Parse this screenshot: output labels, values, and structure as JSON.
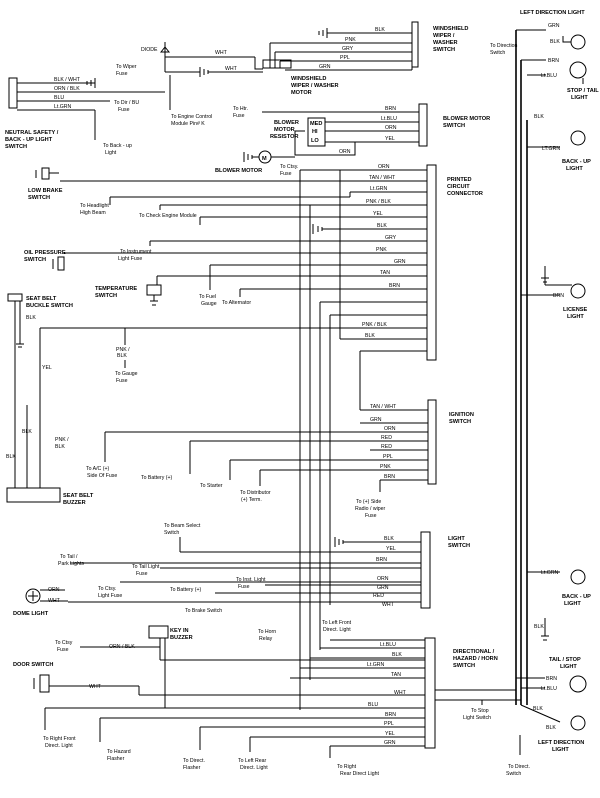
{
  "components": {
    "windshield_wiper_washer_switch": [
      "WINDSHIELD",
      "WIPER /",
      "WASHER",
      "SWITCH"
    ],
    "windshield_wiper_washer_motor": [
      "WINDSHIELD",
      "WIPER / WASHER",
      "MOTOR"
    ],
    "neutral_safety_switch": [
      "NEUTRAL SAFETY /",
      "BACK - UP LIGHT",
      "SWITCH"
    ],
    "blower_motor_switch": [
      "BLOWER MOTOR",
      "SWITCH"
    ],
    "blower_motor_resistor": [
      "BLOWER",
      "MOTOR",
      "RESISTOR"
    ],
    "blower_speeds": [
      "MED",
      "HI",
      "LO"
    ],
    "blower_motor": "BLOWER MOTOR",
    "motor_symbol": "M",
    "low_brake_switch": [
      "LOW BRAKE",
      "SWITCH"
    ],
    "printed_circuit_connector": [
      "PRINTED",
      "CIRCUIT",
      "CONNECTOR"
    ],
    "oil_pressure_switch": [
      "OIL PRESSURE",
      "SWITCH"
    ],
    "temperature_switch": [
      "TEMPERATURE",
      "SWITCH"
    ],
    "seat_belt_buckle_switch": [
      "SEAT BELT",
      "BUCKLE SWITCH"
    ],
    "seat_belt_buzzer": [
      "SEAT BELT",
      "BUZZER"
    ],
    "ignition_switch": [
      "IGNITION",
      "SWITCH"
    ],
    "light_switch": [
      "LIGHT",
      "SWITCH"
    ],
    "dome_light": "DOME LIGHT",
    "key_in_buzzer": [
      "KEY IN",
      "BUZZER"
    ],
    "door_switch": "DOOR SWITCH",
    "directional_hazard_horn_switch": [
      "DIRECTIONAL /",
      "HAZARD / HORN",
      "SWITCH"
    ],
    "left_direction_light_top": "LEFT DIRECTION LIGHT",
    "stop_tail_light_top": [
      "STOP / TAIL",
      "LIGHT"
    ],
    "back_up_light_top": [
      "BACK - UP",
      "LIGHT"
    ],
    "license_light": [
      "LICENSE",
      "LIGHT"
    ],
    "back_up_light_bottom": [
      "BACK - UP",
      "LIGHT"
    ],
    "tail_stop_light_bottom": [
      "TAIL / STOP",
      "LIGHT"
    ],
    "left_direction_light_bottom": [
      "LEFT DIRECTION",
      "LIGHT"
    ],
    "diode": "DIODE"
  },
  "wire_colors": {
    "blk": "BLK",
    "pnk": "PNK",
    "gry": "GRY",
    "ppl": "PPL",
    "grn": "GRN",
    "wht": "WHT",
    "blk_wht": "BLK / WHT",
    "orn_blk": "ORN / BLK",
    "blu": "BLU",
    "ltgrn": "Lt.GRN",
    "brn": "BRN",
    "ltblu": "Lt.BLU",
    "orn": "ORN",
    "yel": "YEL",
    "tan_wht": "TAN / WHT",
    "pnk_blk": "PNK / BLK",
    "tan": "TAN",
    "red": "RED",
    "pnk_slash": "PNK /",
    "lt_grn": "LT.GRN"
  },
  "notes": {
    "to_wiper_fuse": [
      "To Wiper",
      "Fuse"
    ],
    "to_engine_control_module": [
      "To Engine Control",
      "Module Pin# K"
    ],
    "to_dir_bu_fuse": [
      "To Dir / BU",
      "Fuse"
    ],
    "to_back_up_light": [
      "To Back - up",
      "Light"
    ],
    "to_direction_switch": [
      "To Direction",
      "Switch"
    ],
    "to_htr_fuse": [
      "To Htr.",
      "Fuse"
    ],
    "to_ctsy_fuse": [
      "To Ctsy.",
      "Fuse"
    ],
    "to_headlight_high_beam": [
      "To Headlight",
      "High Beam"
    ],
    "to_check_engine_module": "To Check Engine Module",
    "to_instrument_light_fuse": [
      "To Instrument",
      "Light Fuse"
    ],
    "to_fuel_gauge": [
      "To Fuel",
      "Gauge"
    ],
    "to_alternator": "To Alternator",
    "to_gauge_fuse": [
      "To Gauge",
      "Fuse"
    ],
    "to_ac_side_of_fuse": [
      "To A/C (+)",
      "Side Of Fuse"
    ],
    "to_battery": "To Battery (+)",
    "to_starter": "To Starter",
    "to_distributor": [
      "To Distributor",
      "(+) Term."
    ],
    "to_side_radio_wiper_fuse": [
      "To (+) Side",
      "Radio / wiper",
      "Fuse"
    ],
    "to_beam_select_switch": [
      "To Beam Select",
      "Switch"
    ],
    "to_tail_park_lights": [
      "To Tail /",
      "Park Lights"
    ],
    "to_tail_light_fuse": [
      "To Tail Light",
      "Fuse"
    ],
    "to_ctsy_light_fuse": [
      "To Ctsy.",
      "Light Fuse"
    ],
    "to_inst_light_fuse": [
      "To Inst. Light",
      "Fuse"
    ],
    "to_brake_switch": "To Brake Switch",
    "to_horn_relay": [
      "To Horn",
      "Relay"
    ],
    "to_left_front_direct_light": [
      "To Left Front",
      "Direct. Light"
    ],
    "to_ctsy_fuse_b": [
      "To Ctsy",
      "Fuse"
    ],
    "to_stop_light_switch": [
      "To Stop",
      "Light Switch"
    ],
    "to_direct_switch": [
      "To Direct.",
      "Switch"
    ],
    "to_right_front_direct_light": [
      "To Right Front",
      "Direct. Light"
    ],
    "to_hazard_flasher": [
      "To Hazard",
      "Flasher"
    ],
    "to_direct_flasher": [
      "To Direct.",
      "Flasher"
    ],
    "to_left_rear_direct_light": [
      "To Left Rear",
      "Direct. Light"
    ],
    "to_right_rear_direct_light": [
      "To Right",
      "Rear Direct Light"
    ]
  }
}
